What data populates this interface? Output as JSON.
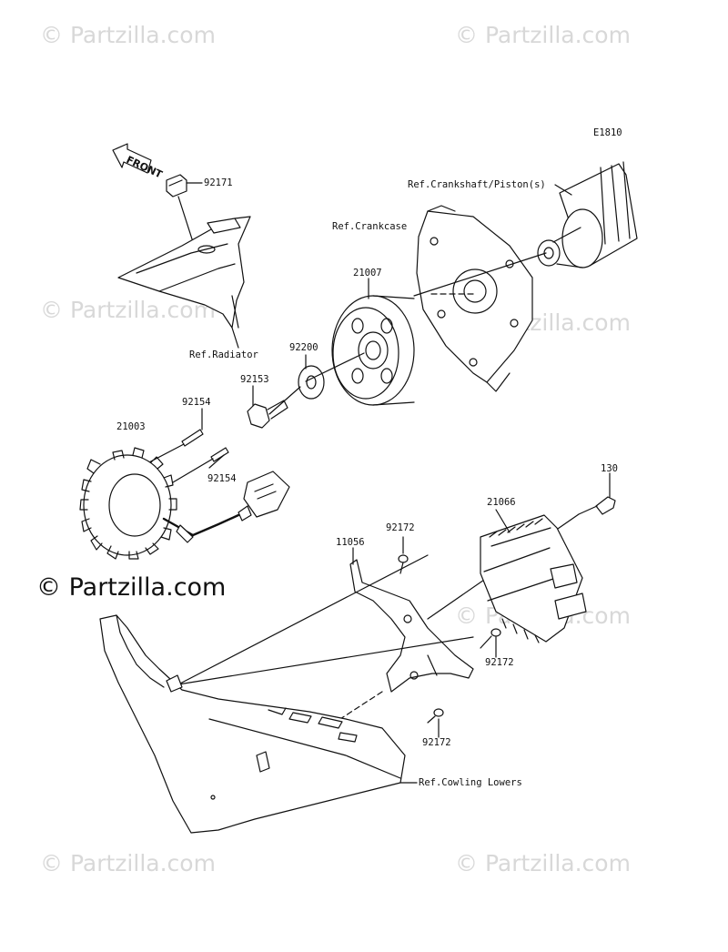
{
  "watermark": {
    "text": "© Partzilla.com",
    "highlight_text": "© Partzilla.com"
  },
  "diagram": {
    "code": "E1810",
    "front_label": "FRONT",
    "color_line": "#111111",
    "color_watermark": "#d8d8d8"
  },
  "parts": [
    {
      "id": "p92171",
      "number": "92171"
    },
    {
      "id": "p21007",
      "number": "21007"
    },
    {
      "id": "p92200",
      "number": "92200"
    },
    {
      "id": "p92153",
      "number": "92153"
    },
    {
      "id": "p92154a",
      "number": "92154"
    },
    {
      "id": "p21003",
      "number": "21003"
    },
    {
      "id": "p92154b",
      "number": "92154"
    },
    {
      "id": "p130",
      "number": "130"
    },
    {
      "id": "p21066",
      "number": "21066"
    },
    {
      "id": "p92172a",
      "number": "92172"
    },
    {
      "id": "p11056",
      "number": "11056"
    },
    {
      "id": "p92172b",
      "number": "92172"
    },
    {
      "id": "p92172c",
      "number": "92172"
    }
  ],
  "refs": {
    "crankshaft": "Ref.Crankshaft/Piston(s)",
    "crankcase": "Ref.Crankcase",
    "radiator": "Ref.Radiator",
    "cowling": "Ref.Cowling Lowers"
  }
}
